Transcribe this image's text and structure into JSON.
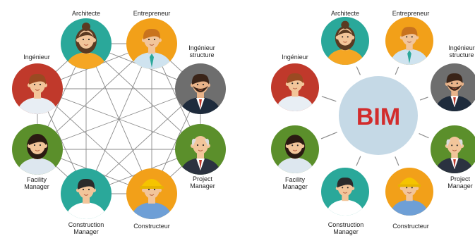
{
  "roles": [
    {
      "key": "architecte",
      "lines": [
        "Architecte"
      ],
      "color": "#2aa89a",
      "skin": "#f2c59a",
      "hair": "#5a3a22",
      "shirt": "#f5a623",
      "style": "woman",
      "icon": "architect-icon"
    },
    {
      "key": "entrepreneur",
      "lines": [
        "Entrepreneur"
      ],
      "color": "#f2a019",
      "skin": "#f2c59a",
      "hair": "#c9731e",
      "shirt": "#cfe3ef",
      "style": "man-tie",
      "icon": "entrepreneur-icon"
    },
    {
      "key": "ingenieur-structure",
      "lines": [
        "Ingénieur",
        "structure"
      ],
      "color": "#6e6e6e",
      "skin": "#e9b48a",
      "hair": "#3a2418",
      "shirt": "#1e2b3c",
      "style": "man-beard",
      "icon": "structural-engineer-icon"
    },
    {
      "key": "project-manager",
      "lines": [
        "Project",
        "Manager"
      ],
      "color": "#5b8f2b",
      "skin": "#f2c59a",
      "hair": "#dcdcdc",
      "shirt": "#2b3240",
      "style": "old-man",
      "icon": "project-manager-icon"
    },
    {
      "key": "constructeur",
      "lines": [
        "Constructeur"
      ],
      "color": "#f2a019",
      "skin": "#f2c59a",
      "hair": "#f5c400",
      "shirt": "#6e9fd6",
      "style": "helmet",
      "icon": "builder-icon"
    },
    {
      "key": "construction-manager",
      "lines": [
        "Construction",
        "Manager"
      ],
      "color": "#2aa89a",
      "skin": "#f2c59a",
      "hair": "#2b2b2b",
      "shirt": "#ffffff",
      "style": "man",
      "icon": "construction-manager-icon"
    },
    {
      "key": "facility-manager",
      "lines": [
        "Facility",
        "Manager"
      ],
      "color": "#5b8f2b",
      "skin": "#f2c59a",
      "hair": "#2b1a12",
      "shirt": "#dde7ef",
      "style": "woman2",
      "icon": "facility-manager-icon"
    },
    {
      "key": "ingenieur",
      "lines": [
        "Ingénieur"
      ],
      "color": "#c0392b",
      "skin": "#f2c59a",
      "hair": "#9a4a22",
      "shirt": "#e8eef4",
      "style": "man",
      "icon": "engineer-icon"
    }
  ],
  "hub": {
    "label": "BIM",
    "fill": "#c5d9e6",
    "text_color": "#d22c2c"
  },
  "colors": {
    "line": "#8a8a8a",
    "text": "#222222"
  }
}
